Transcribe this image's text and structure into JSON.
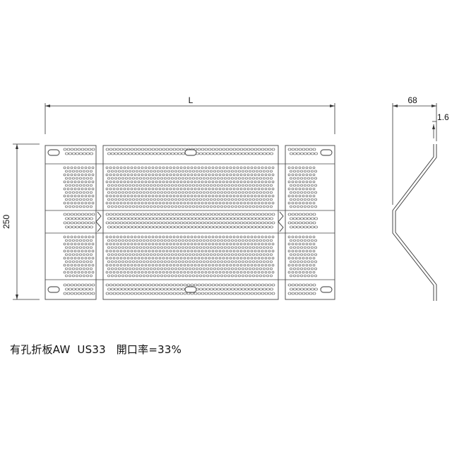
{
  "dimensions": {
    "length": "L",
    "height": "250",
    "depth": "68",
    "thickness": "1.6"
  },
  "caption": {
    "product": "有孔折板AW",
    "model": "US33",
    "open_ratio": "開口率=33%"
  }
}
